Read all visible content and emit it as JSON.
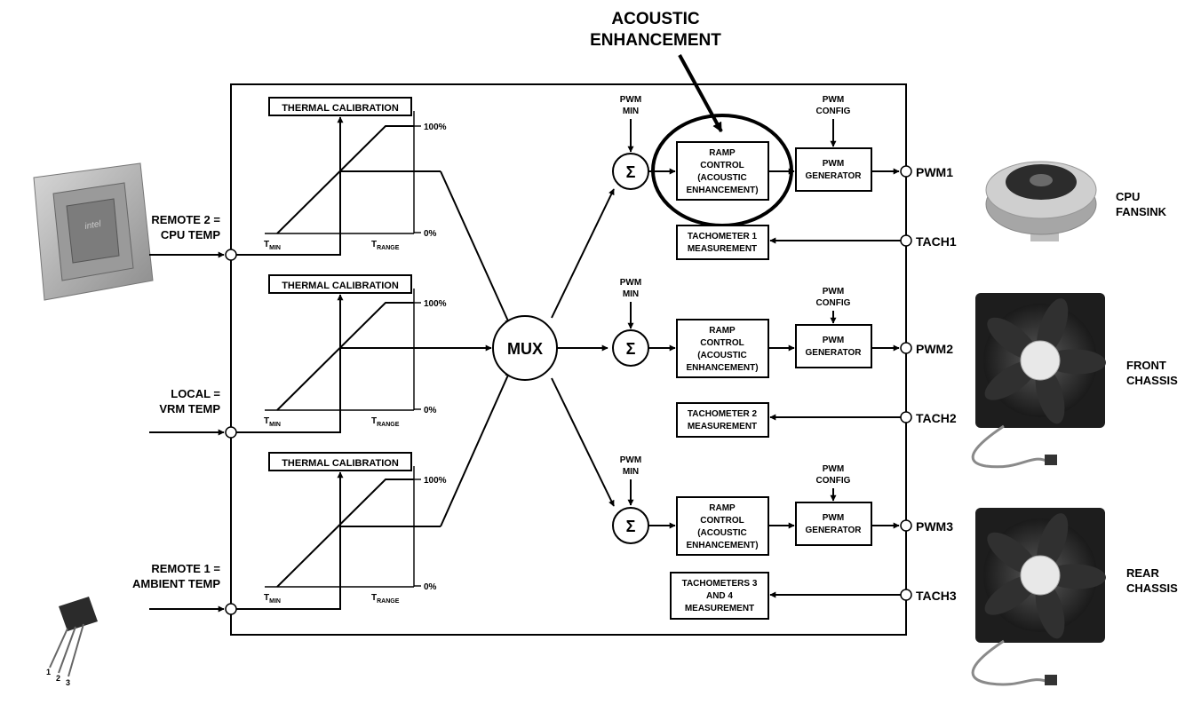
{
  "header": {
    "acoustic_line1": "ACOUSTIC",
    "acoustic_line2": "ENHANCEMENT"
  },
  "inputs": [
    {
      "line1": "REMOTE 2 =",
      "line2": "CPU TEMP"
    },
    {
      "line1": "LOCAL =",
      "line2": "VRM TEMP"
    },
    {
      "line1": "REMOTE 1 =",
      "line2": "AMBIENT TEMP"
    }
  ],
  "calibration": {
    "title": "THERMAL CALIBRATION",
    "pct_high": "100%",
    "pct_low": "0%",
    "tmin_main": "T",
    "tmin_sub": "MIN",
    "trange_main": "T",
    "trange_sub": "RANGE"
  },
  "mux": {
    "label": "MUX"
  },
  "channels": [
    {
      "pwm_min_1": "PWM",
      "pwm_min_2": "MIN",
      "sigma": "Σ",
      "ramp": [
        "RAMP",
        "CONTROL",
        "(ACOUSTIC",
        "ENHANCEMENT)"
      ],
      "cfg_1": "PWM",
      "cfg_2": "CONFIG",
      "gen": [
        "PWM",
        "GENERATOR"
      ],
      "pwm_pin": "PWM1",
      "tach_pin": "TACH1",
      "tach_box": [
        "TACHOMETER 1",
        "MEASUREMENT"
      ]
    },
    {
      "pwm_min_1": "PWM",
      "pwm_min_2": "MIN",
      "sigma": "Σ",
      "ramp": [
        "RAMP",
        "CONTROL",
        "(ACOUSTIC",
        "ENHANCEMENT)"
      ],
      "cfg_1": "PWM",
      "cfg_2": "CONFIG",
      "gen": [
        "PWM",
        "GENERATOR"
      ],
      "pwm_pin": "PWM2",
      "tach_pin": "TACH2",
      "tach_box": [
        "TACHOMETER 2",
        "MEASUREMENT"
      ]
    },
    {
      "pwm_min_1": "PWM",
      "pwm_min_2": "MIN",
      "sigma": "Σ",
      "ramp": [
        "RAMP",
        "CONTROL",
        "(ACOUSTIC",
        "ENHANCEMENT)"
      ],
      "cfg_1": "PWM",
      "cfg_2": "CONFIG",
      "gen": [
        "PWM",
        "GENERATOR"
      ],
      "pwm_pin": "PWM3",
      "tach_pin": "TACH3",
      "tach_box": [
        "TACHOMETERS 3",
        "AND 4",
        "MEASUREMENT"
      ]
    }
  ],
  "fans": [
    {
      "line1": "CPU",
      "line2": "FANSINK"
    },
    {
      "line1": "FRONT",
      "line2": "CHASSIS"
    },
    {
      "line1": "REAR",
      "line2": "CHASSIS"
    }
  ],
  "transistor_pins": [
    "1",
    "2",
    "3"
  ]
}
